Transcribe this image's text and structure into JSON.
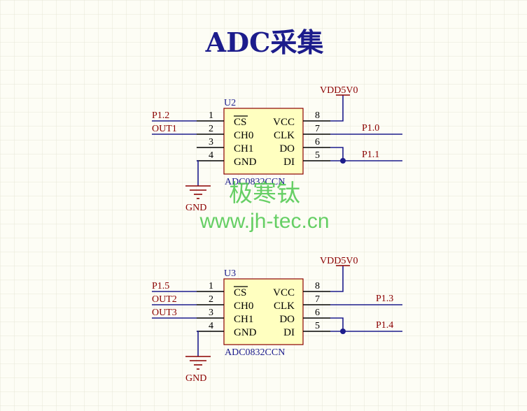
{
  "title": "ADC采集",
  "watermark": {
    "line1": "极寒钛",
    "line2": "www.jh-tec.cn"
  },
  "colors": {
    "grid": "#e6e6d6",
    "wire": "#1c1c8c",
    "net": "#8b0000",
    "body": "#ffffc0",
    "watermark": "#4cc84c"
  },
  "chips": [
    {
      "ref": "U2",
      "part": "ADC0832CCN",
      "power": "VDD5V0",
      "ground": "GND",
      "left_pins": [
        {
          "num": "1",
          "name": "CS",
          "overline": true,
          "net": "P1.2"
        },
        {
          "num": "2",
          "name": "CH0",
          "net": "OUT1"
        },
        {
          "num": "3",
          "name": "CH1",
          "net": ""
        },
        {
          "num": "4",
          "name": "GND",
          "net": ""
        }
      ],
      "right_pins": [
        {
          "num": "8",
          "name": "VCC",
          "net": ""
        },
        {
          "num": "7",
          "name": "CLK",
          "net": "P1.0"
        },
        {
          "num": "6",
          "name": "DO",
          "net": ""
        },
        {
          "num": "5",
          "name": "DI",
          "net": "P1.1"
        }
      ]
    },
    {
      "ref": "U3",
      "part": "ADC0832CCN",
      "power": "VDD5V0",
      "ground": "GND",
      "left_pins": [
        {
          "num": "1",
          "name": "CS",
          "overline": true,
          "net": "P1.5"
        },
        {
          "num": "2",
          "name": "CH0",
          "net": "OUT2"
        },
        {
          "num": "3",
          "name": "CH1",
          "net": "OUT3"
        },
        {
          "num": "4",
          "name": "GND",
          "net": ""
        }
      ],
      "right_pins": [
        {
          "num": "8",
          "name": "VCC",
          "net": ""
        },
        {
          "num": "7",
          "name": "CLK",
          "net": "P1.3"
        },
        {
          "num": "6",
          "name": "DO",
          "net": ""
        },
        {
          "num": "5",
          "name": "DI",
          "net": "P1.4"
        }
      ]
    }
  ]
}
